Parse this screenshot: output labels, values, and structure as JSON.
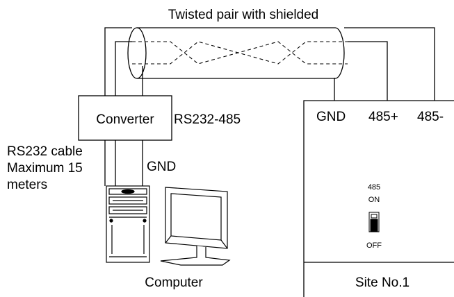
{
  "labels": {
    "cable_title": "Twisted pair with shielded",
    "converter": "Converter",
    "converter_type": "RS232-485",
    "gnd_left": "GND",
    "rs232_line1": "RS232 cable",
    "rs232_line2": "Maximum 15",
    "rs232_line3": "meters",
    "computer": "Computer",
    "terminal_gnd": "GND",
    "terminal_plus": "485+",
    "terminal_minus": "485-",
    "switch_label": "485",
    "switch_on": "ON",
    "switch_off": "OFF",
    "site": "Site No.1"
  }
}
